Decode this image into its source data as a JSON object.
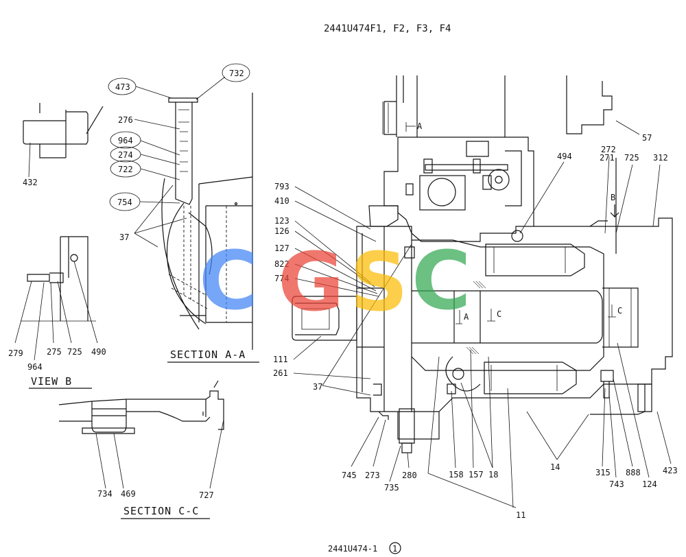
{
  "title": "2441U474F1, F2, F3, F4",
  "drawing_number": "2441U474-1",
  "sheet_mark": "1",
  "watermark": {
    "letters": [
      "C",
      "G",
      "S",
      "C"
    ],
    "colors": [
      "#4285F4",
      "#EA4335",
      "#FBBC05",
      "#34A853"
    ]
  },
  "sections": {
    "view_b": "VIEW  B",
    "section_aa": "SECTION  A-A",
    "section_cc": "SECTION  C-C"
  },
  "cut_marks": {
    "a_top": "A",
    "b_top": "B",
    "a_mid": "A",
    "c_mid": "C",
    "c_right": "C"
  },
  "part_labels": {
    "p432": "432",
    "p473": "473",
    "p732": "732",
    "p276": "276",
    "p964a": "964",
    "p274": "274",
    "p722": "722",
    "p754": "754",
    "p37a": "37",
    "p279": "279",
    "p964b": "964",
    "p275": "275",
    "p725a": "725",
    "p490": "490",
    "p734": "734",
    "p469": "469",
    "p727": "727",
    "p57": "57",
    "p494": "494",
    "p272": "272",
    "p271": "271",
    "p725b": "725",
    "p312": "312",
    "p793": "793",
    "p410": "410",
    "p123": "123",
    "p126": "126",
    "p127": "127",
    "p822": "822",
    "p774": "774",
    "p111": "111",
    "p261": "261",
    "p37b": "37",
    "p745": "745",
    "p273": "273",
    "p735": "735",
    "p280": "280",
    "p158": "158",
    "p157": "157",
    "p18": "18",
    "p11": "11",
    "p14": "14",
    "p315": "315",
    "p743": "743",
    "p888": "888",
    "p124": "124",
    "p423": "423"
  }
}
